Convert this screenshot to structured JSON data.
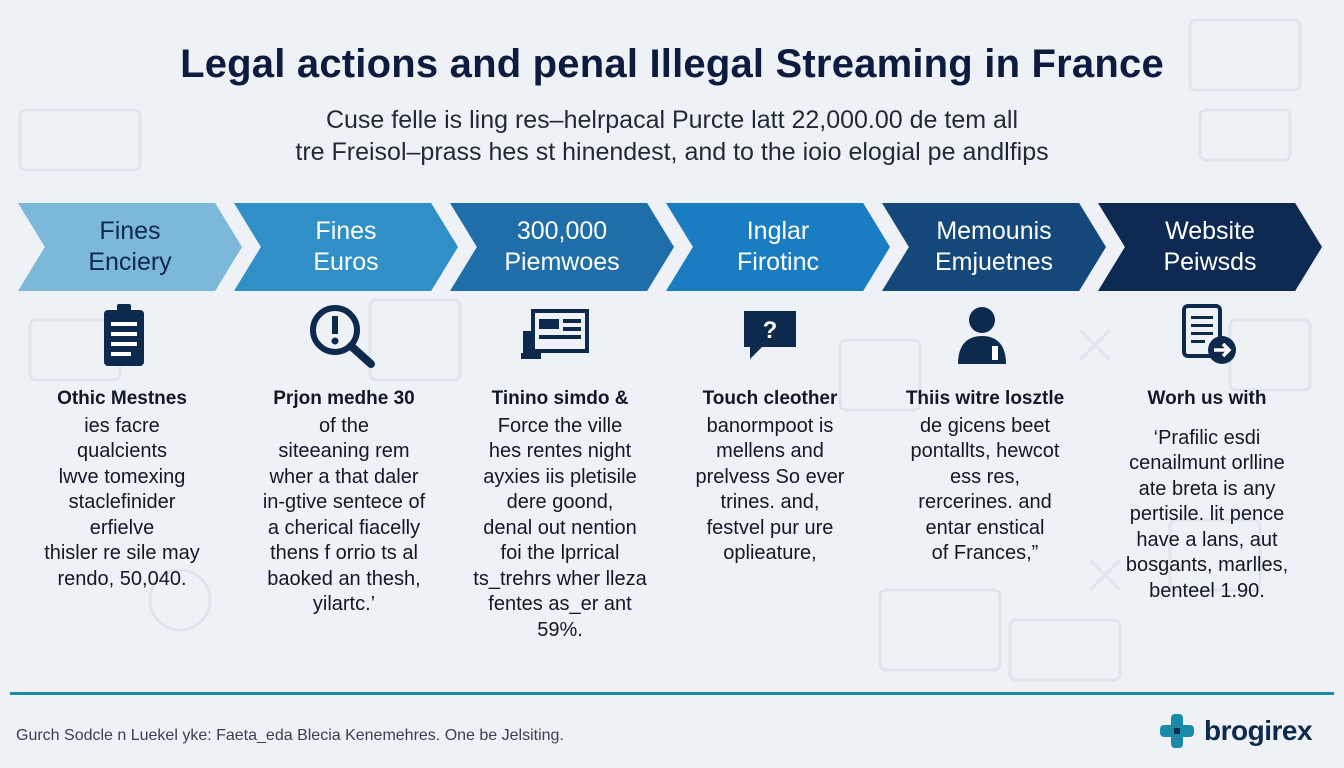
{
  "title": "Legal actions and penal Illegal Streaming in France",
  "subtitle": [
    "Cuse felle is ling res–helrpacal Purcte latt 22,000.00 de tem all",
    "tre Freisol–prass hes st hinendest, and to the ioio elogial pe andlfips"
  ],
  "steps": [
    {
      "line1": "Fines",
      "line2": "Enciery",
      "color": "#7cb8d9",
      "text_color": "#0d2a4d"
    },
    {
      "line1": "Fines",
      "line2": "Euros",
      "color": "#2f8fc6",
      "text_color": "#ffffff"
    },
    {
      "line1": "300,000",
      "line2": "Piemwoes",
      "color": "#1f6ea9",
      "text_color": "#ffffff"
    },
    {
      "line1": "Inglar",
      "line2": "Firotinc",
      "color": "#1a7cc1",
      "text_color": "#ffffff"
    },
    {
      "line1": "Memounis",
      "line2": "Emjuetnes",
      "color": "#14477a",
      "text_color": "#ffffff"
    },
    {
      "line1": "Website",
      "line2": "Peiwsds",
      "color": "#0f2a52",
      "text_color": "#ffffff"
    }
  ],
  "icons": [
    "clipboard-icon",
    "magnifier-alert-icon",
    "document-icon",
    "question-chat-icon",
    "person-icon",
    "document-arrow-icon"
  ],
  "columns": [
    {
      "head": "Othic Mestnes",
      "lines": [
        "ies facre",
        "qualcients",
        "lwve tomexing",
        "staclefinider",
        "erfielve",
        "thisler re sile may",
        "rendo, 50,040."
      ]
    },
    {
      "head": "Prjon medhe 30",
      "lines": [
        "of the",
        "siteeaning rem",
        "wher a that daler",
        "in-gtive sentece of",
        "a cherical fiacelly",
        "thens f orrio ts al",
        "baoked an thesh,",
        "yilartc.’"
      ]
    },
    {
      "head": "Tinino simdo &",
      "lines": [
        "Force the ville",
        "hes rentes night",
        "ayxies iis pletisile",
        "dere goond,",
        "denal out nention",
        "foi the lprrical",
        "ts_trehrs wher lleza",
        "fentes as_er ant",
        "59%."
      ]
    },
    {
      "head": "Touch cleother",
      "lines": [
        "banormpoot is",
        "mellens and",
        "prelvess So ever",
        "trines. and,",
        "festvel pur ure",
        "oplieature,"
      ]
    },
    {
      "head": "Thiis witre losztle",
      "lines": [
        "de gicens beet",
        "pontallts, hewcot",
        "ess res,",
        "rercerines. and",
        "entar enstical",
        "of Frances,”"
      ]
    },
    {
      "head": "Worh us with",
      "lines": [
        "‘Prafilic esdi",
        "cenailmunt orlline",
        "ate breta is any",
        "pertisile. lit pence",
        "have a lans, aut",
        "bosgants, marlles,",
        "benteel 1.90."
      ]
    }
  ],
  "footer": "Gurch Sodcle n Luekel yke: Faeta_eda Blecia Kenemehres. One be Jelsiting.",
  "brand": {
    "name": "brogirex",
    "color": "#1a8aa6"
  }
}
